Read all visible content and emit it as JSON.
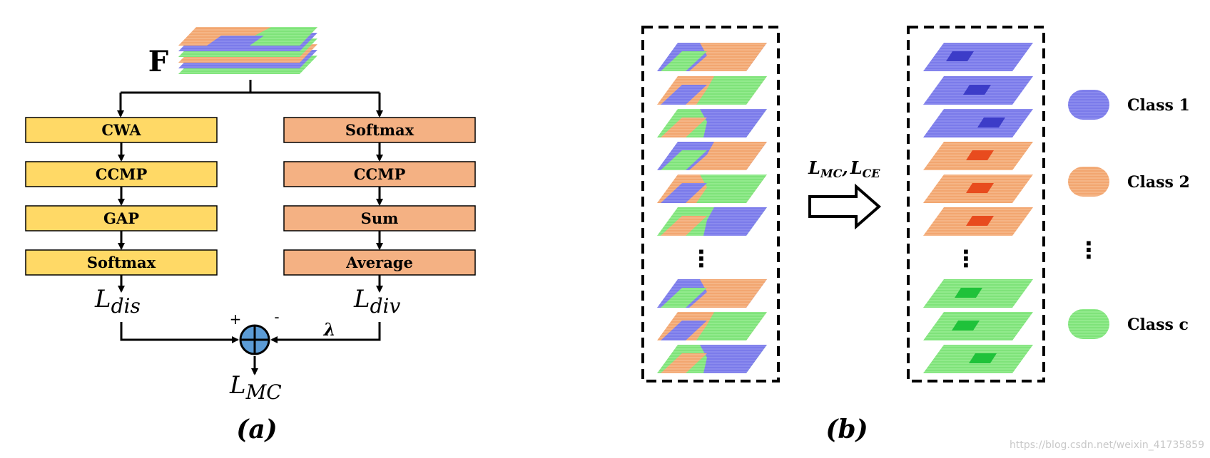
{
  "panel_a": {
    "input_label": "F",
    "left_branch": [
      "CWA",
      "CCMP",
      "GAP",
      "Softmax"
    ],
    "right_branch": [
      "Softmax",
      "CCMP",
      "Sum",
      "Average"
    ],
    "loss_dis": {
      "base": "L",
      "sub": "dis"
    },
    "loss_div": {
      "base": "L",
      "sub": "div"
    },
    "loss_mc": {
      "base": "L",
      "sub": "MC"
    },
    "plus_sign": "+",
    "minus_sign": "-",
    "weight": "λ",
    "caption": "(a)",
    "colors": {
      "left_box": "#ffd966",
      "right_box": "#f4b183",
      "sum_node": "#5b9bd5"
    }
  },
  "panel_b": {
    "arrow_label_1": {
      "base": "L",
      "sub": "MC"
    },
    "arrow_separator": ",",
    "arrow_label_2": {
      "base": "L",
      "sub": "CE"
    },
    "ellipsis": "⋮",
    "caption": "(b)",
    "legend": [
      {
        "label": "Class 1",
        "color": "#7b7bea"
      },
      {
        "label": "Class 2",
        "color": "#f2a670"
      },
      {
        "label": "Class c",
        "color": "#7fe37a"
      }
    ]
  },
  "watermark": "https://blog.csdn.net/weixin_41735859"
}
